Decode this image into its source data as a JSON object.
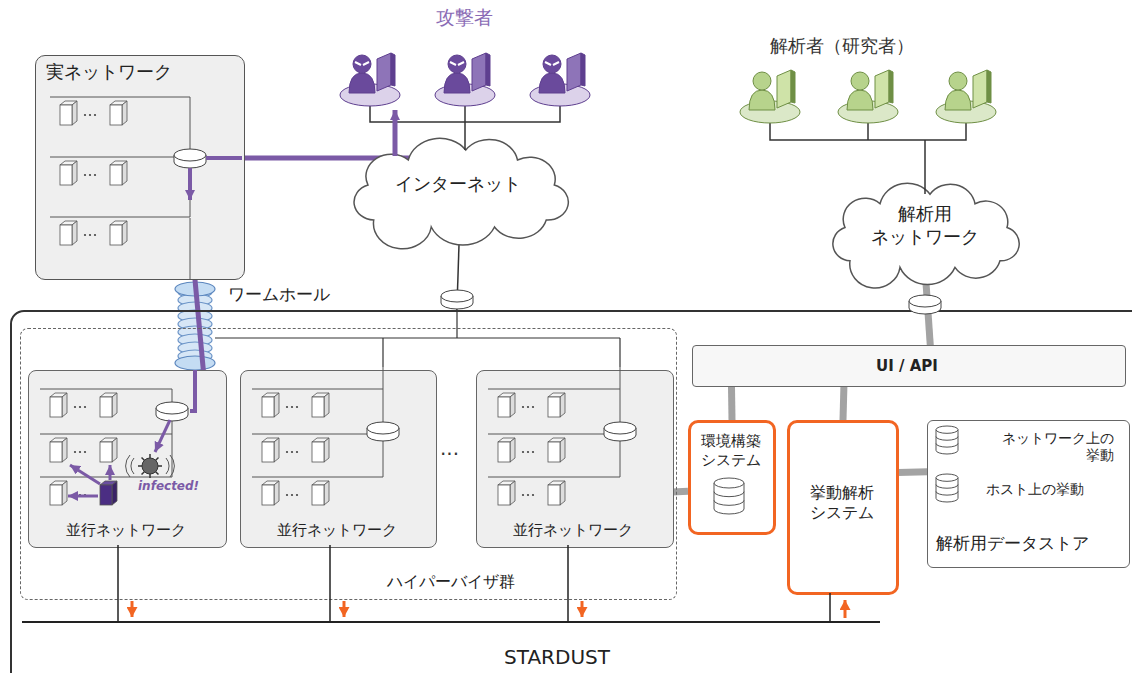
{
  "diagram": {
    "nodes": [
      {
        "text": [
          "実ネットワーク"
        ]
      },
      {
        "text": [
          "インターネット"
        ]
      },
      {
        "text": [
          "解析用 ネットワーク"
        ]
      },
      {
        "text": [
          "STARDUST"
        ]
      },
      {
        "text": [
          "ハイパーバイザ群"
        ],
        "in": 3
      },
      {
        "text": [
          "並行ネットワーク"
        ],
        "in": 4
      },
      {
        "text": [
          "並行ネットワーク"
        ],
        "in": 4
      },
      {
        "text": [
          "並行ネットワーク"
        ],
        "in": 4
      },
      {
        "text": [
          "UI / API"
        ],
        "in": 3
      },
      {
        "text": [
          "環境構築 システム"
        ],
        "in": 3
      },
      {
        "text": [
          "挙動解析 システム"
        ],
        "in": 3
      },
      {
        "text": [
          "ネットワーク上の 挙動",
          "ホスト上の挙動",
          "解析用データストア"
        ],
        "in": 3
      }
    ],
    "edges": [
      {
        "from": 0,
        "to": 1,
        "arrow": "both"
      },
      {
        "from": 0,
        "to": 5,
        "arrow": "both",
        "label": "ワームホール"
      },
      {
        "from": 1,
        "to": 3,
        "arrow": "none"
      },
      {
        "from": 2,
        "to": 8,
        "arrow": "both"
      },
      {
        "from": 8,
        "to": 9,
        "arrow": "both"
      },
      {
        "from": 8,
        "to": 10,
        "arrow": "both"
      },
      {
        "from": 10,
        "to": 11,
        "arrow": "both"
      },
      {
        "from": 9,
        "to": 7,
        "arrow": "to"
      }
    ],
    "labels": [
      "攻撃者",
      "解析者（研究者）",
      "infected!",
      "..."
    ]
  }
}
